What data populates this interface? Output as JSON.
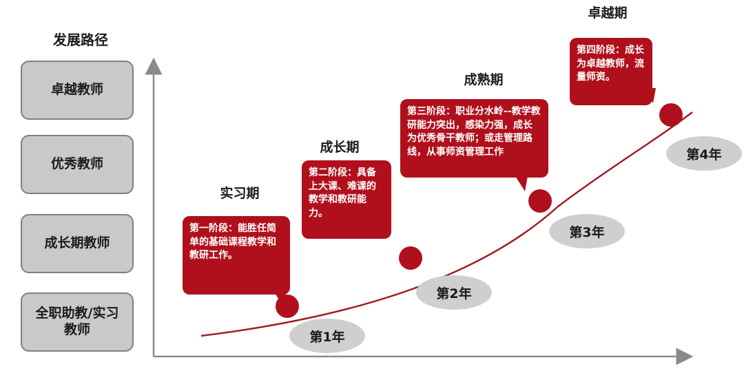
{
  "path_title": "发展路径",
  "levels": [
    "卓越教师",
    "优秀教师",
    "成长期教师",
    "全职助教/实习\n教师"
  ],
  "stages": [
    {
      "name": "实习期",
      "text": "第一阶段：能胜任简单的基础课程教学和教研工作。",
      "year": "第1年"
    },
    {
      "name": "成长期",
      "text": "第二阶段：具备上大课、难课的教学和教研能力。",
      "year": "第2年"
    },
    {
      "name": "成熟期",
      "text": "第三阶段：职业分水岭--教学教研能力突出，感染力强，成长为优秀骨干教师；或走管理路线，从事师资管理工作",
      "year": "第3年"
    },
    {
      "name": "卓越期",
      "text": "第四阶段：成长为卓越教师，流量师资。",
      "year": "第4年"
    }
  ],
  "colors": {
    "accent": "#b0101c",
    "box_fill": "#c9c9c9",
    "year_fill": "#cfcfcf",
    "axis": "#8a8a8a"
  }
}
